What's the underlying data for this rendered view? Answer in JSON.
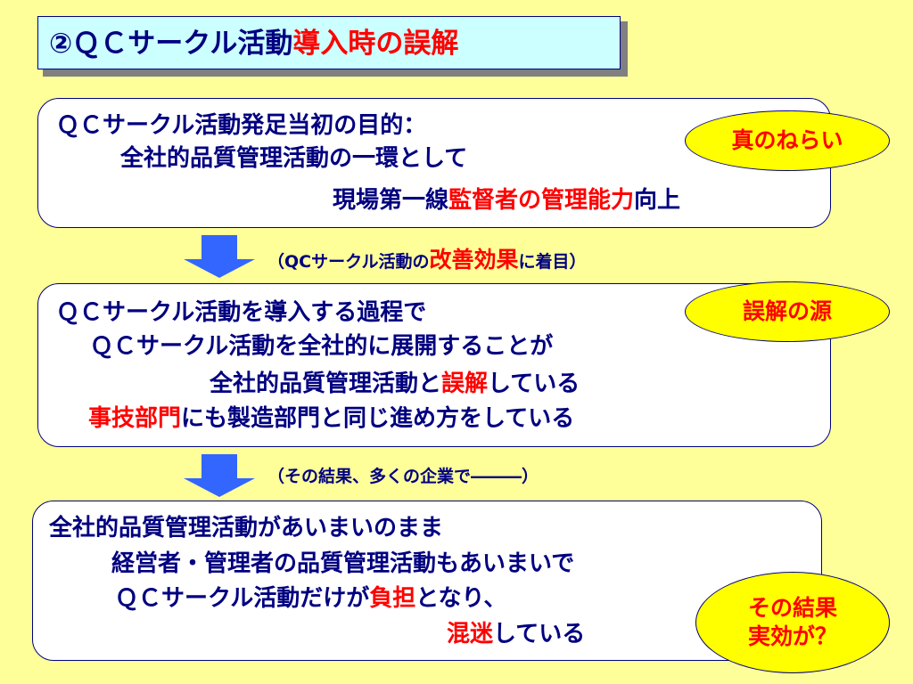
{
  "title": {
    "main": "②ＱＣサークル活動",
    "highlight": "導入時の誤解"
  },
  "box1": {
    "line1": "ＱＣサークル活動発足当初の目的：",
    "line2": "全社的品質管理活動の一環として",
    "line3_pre": "現場第一線",
    "line3_hl": "監督者の管理能力",
    "line3_post": "向上",
    "badge": "真のねらい"
  },
  "note1": {
    "pre": "（QCサークル活動の",
    "hl": "改善効果",
    "post": "に着目）"
  },
  "box2": {
    "line1": "ＱＣサークル活動を導入する過程で",
    "line2": "ＱＣサークル活動を全社的に展開することが",
    "line3_pre": "全社的品質管理活動と",
    "line3_hl": "誤解",
    "line3_post": "している",
    "line4_hl": "事技部門",
    "line4_post": "にも製造部門と同じ進め方をしている",
    "badge": "誤解の源"
  },
  "note2": {
    "text": "（その結果、多くの企業で―――）"
  },
  "box3": {
    "line1": "全社的品質管理活動があいまいのまま",
    "line2": "経営者・管理者の品質管理活動もあいまいで",
    "line3_pre": "ＱＣサークル活動だけが",
    "line3_hl": "負担",
    "line3_post": "となり、",
    "line4_hl": "混迷",
    "line4_post": "している",
    "badge_line1": "その結果",
    "badge_line2": "実効が？"
  },
  "colors": {
    "background": "#ffff99",
    "text": "#000080",
    "highlight": "#ff0000",
    "badge": "#ffff00",
    "arrow": "#3366ff"
  }
}
